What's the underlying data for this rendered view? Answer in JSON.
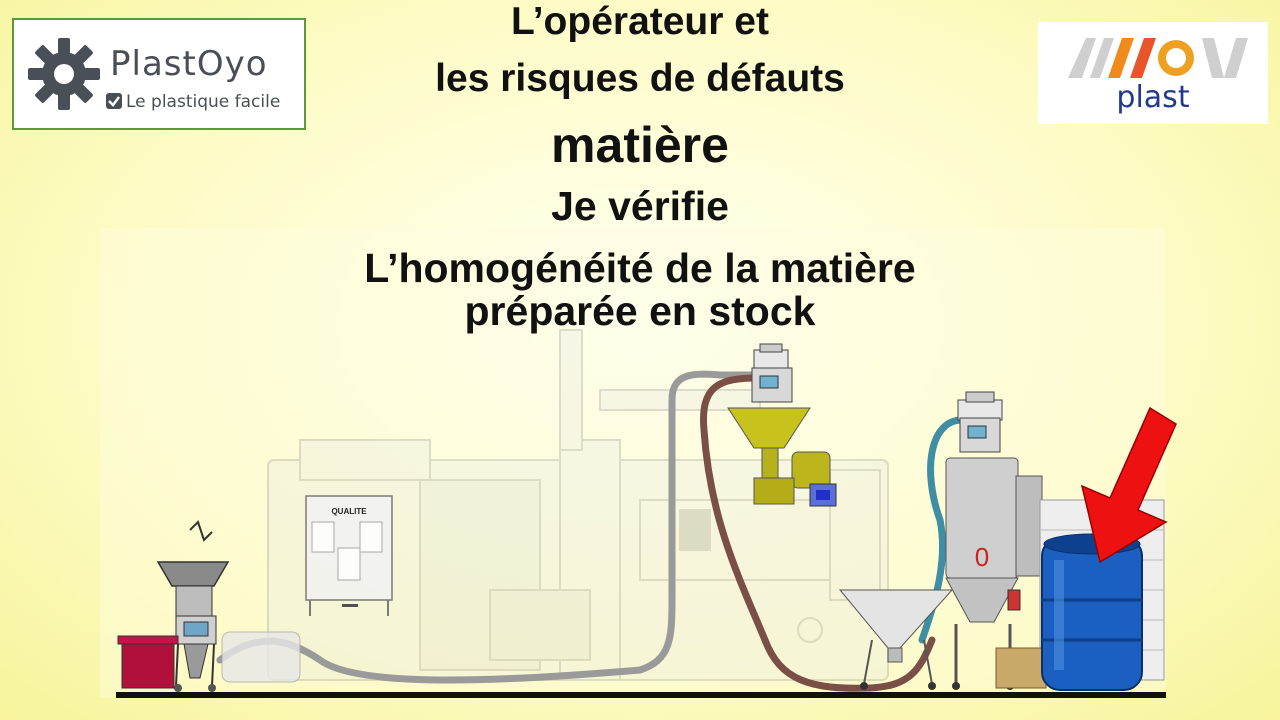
{
  "logo_left": {
    "name": "PlastOyo",
    "tagline": "Le plastique facile"
  },
  "logo_right": {
    "sub": "plast"
  },
  "title_lines": [
    "L’opérateur et",
    "les risques de défauts",
    "matière",
    "Je vérifie",
    "L’homogénéité de la matière",
    "préparée en stock"
  ],
  "machine_label": "QUALITE",
  "dryer_label": "0",
  "colors": {
    "arrow": "#ee1111",
    "barrel": "#1b5fc0",
    "hose_brown": "#7a5046",
    "hose_blue": "#3f8ea4",
    "hopper_yellow": "#c8c21c",
    "bin_red": "#b0103a"
  }
}
